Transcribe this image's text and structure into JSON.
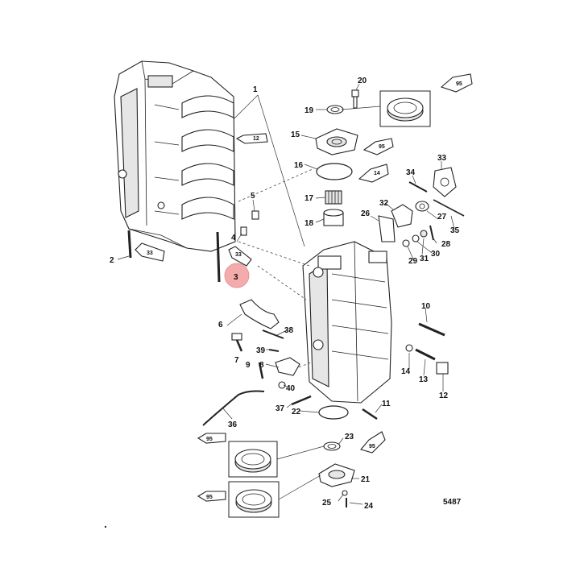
{
  "callouts": {
    "c1": "1",
    "c2": "2",
    "c3": "3",
    "c4": "4",
    "c5": "5",
    "c6": "6",
    "c7": "7",
    "c8": "8",
    "c9": "9",
    "c10": "10",
    "c11": "11",
    "c12": "12",
    "c13": "13",
    "c14": "14",
    "c15": "15",
    "c16": "16",
    "c17": "17",
    "c18": "18",
    "c19": "19",
    "c20": "20",
    "c21": "21",
    "c22": "22",
    "c23": "23",
    "c24": "24",
    "c25": "25",
    "c26": "26",
    "c27": "27",
    "c28": "28",
    "c29": "29",
    "c30": "30",
    "c31": "31",
    "c32": "32",
    "c33": "33",
    "c34": "34",
    "c35": "35",
    "c36": "36",
    "c37": "37",
    "c38": "38",
    "c39": "39",
    "c40": "40"
  },
  "tube_labels": {
    "t12": "12",
    "t95a": "95",
    "t95b": "95",
    "t95c": "95",
    "t95d": "95",
    "t14": "14",
    "t33a": "33",
    "t33b": "33",
    "t95e": "95"
  },
  "highlight": {
    "label": "3",
    "color": "#f2a3a3"
  },
  "figure_code": "5487"
}
